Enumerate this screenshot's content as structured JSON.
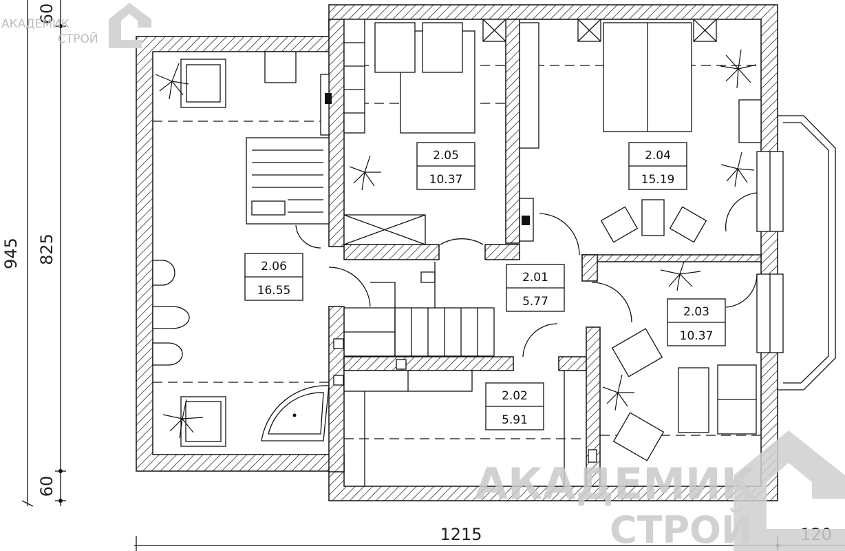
{
  "watermark": {
    "line1": "АКАДЕМИК",
    "line2": "СТРОЙ"
  },
  "dimensions": {
    "outer_height": "945",
    "inner_height": "825",
    "top_offset": "60",
    "bottom_offset": "60",
    "total_width": "1215",
    "bay_width": "120"
  },
  "rooms": [
    {
      "number": "2.01",
      "area": "5.77"
    },
    {
      "number": "2.02",
      "area": "5.91"
    },
    {
      "number": "2.03",
      "area": "10.37"
    },
    {
      "number": "2.04",
      "area": "15.19"
    },
    {
      "number": "2.05",
      "area": "10.37"
    },
    {
      "number": "2.06",
      "area": "16.55"
    }
  ]
}
